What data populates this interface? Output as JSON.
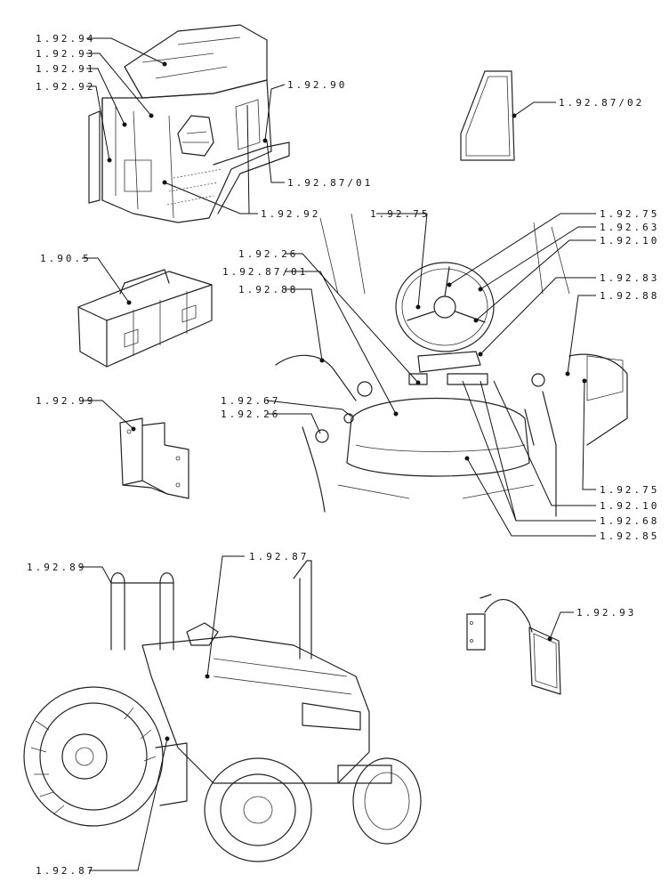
{
  "labels": {
    "cab_top": "1.92.94",
    "cab_b": "1.92.93",
    "cab_c": "1.92.91",
    "cab_d": "1.92.92",
    "cab_right": "1.92.90",
    "cab_rear": "1.92.87/01",
    "cab_fender": "1.92.92",
    "window": "1.92.87/02",
    "toolbox": "1.90.5",
    "bracket": "1.92.99",
    "dash_wheel": "1.92.75",
    "dash_left_1": "1.92.26",
    "dash_left_2": "1.92.87/01",
    "dash_left_3": "1.92.88",
    "dash_left_4": "1.92.67",
    "dash_left_5": "1.92.26",
    "dash_right_1": "1.92.75",
    "dash_right_2": "1.92.63",
    "dash_right_3": "1.92.10",
    "dash_right_4": "1.92.83",
    "dash_right_5": "1.92.88",
    "dash_bot_1": "1.92.75",
    "dash_bot_2": "1.92.10",
    "dash_bot_3": "1.92.68",
    "dash_bot_4": "1.92.85",
    "rops": "1.92.89",
    "hood": "1.92.87",
    "mirror": "1.92.93",
    "side": "1.92.87"
  }
}
